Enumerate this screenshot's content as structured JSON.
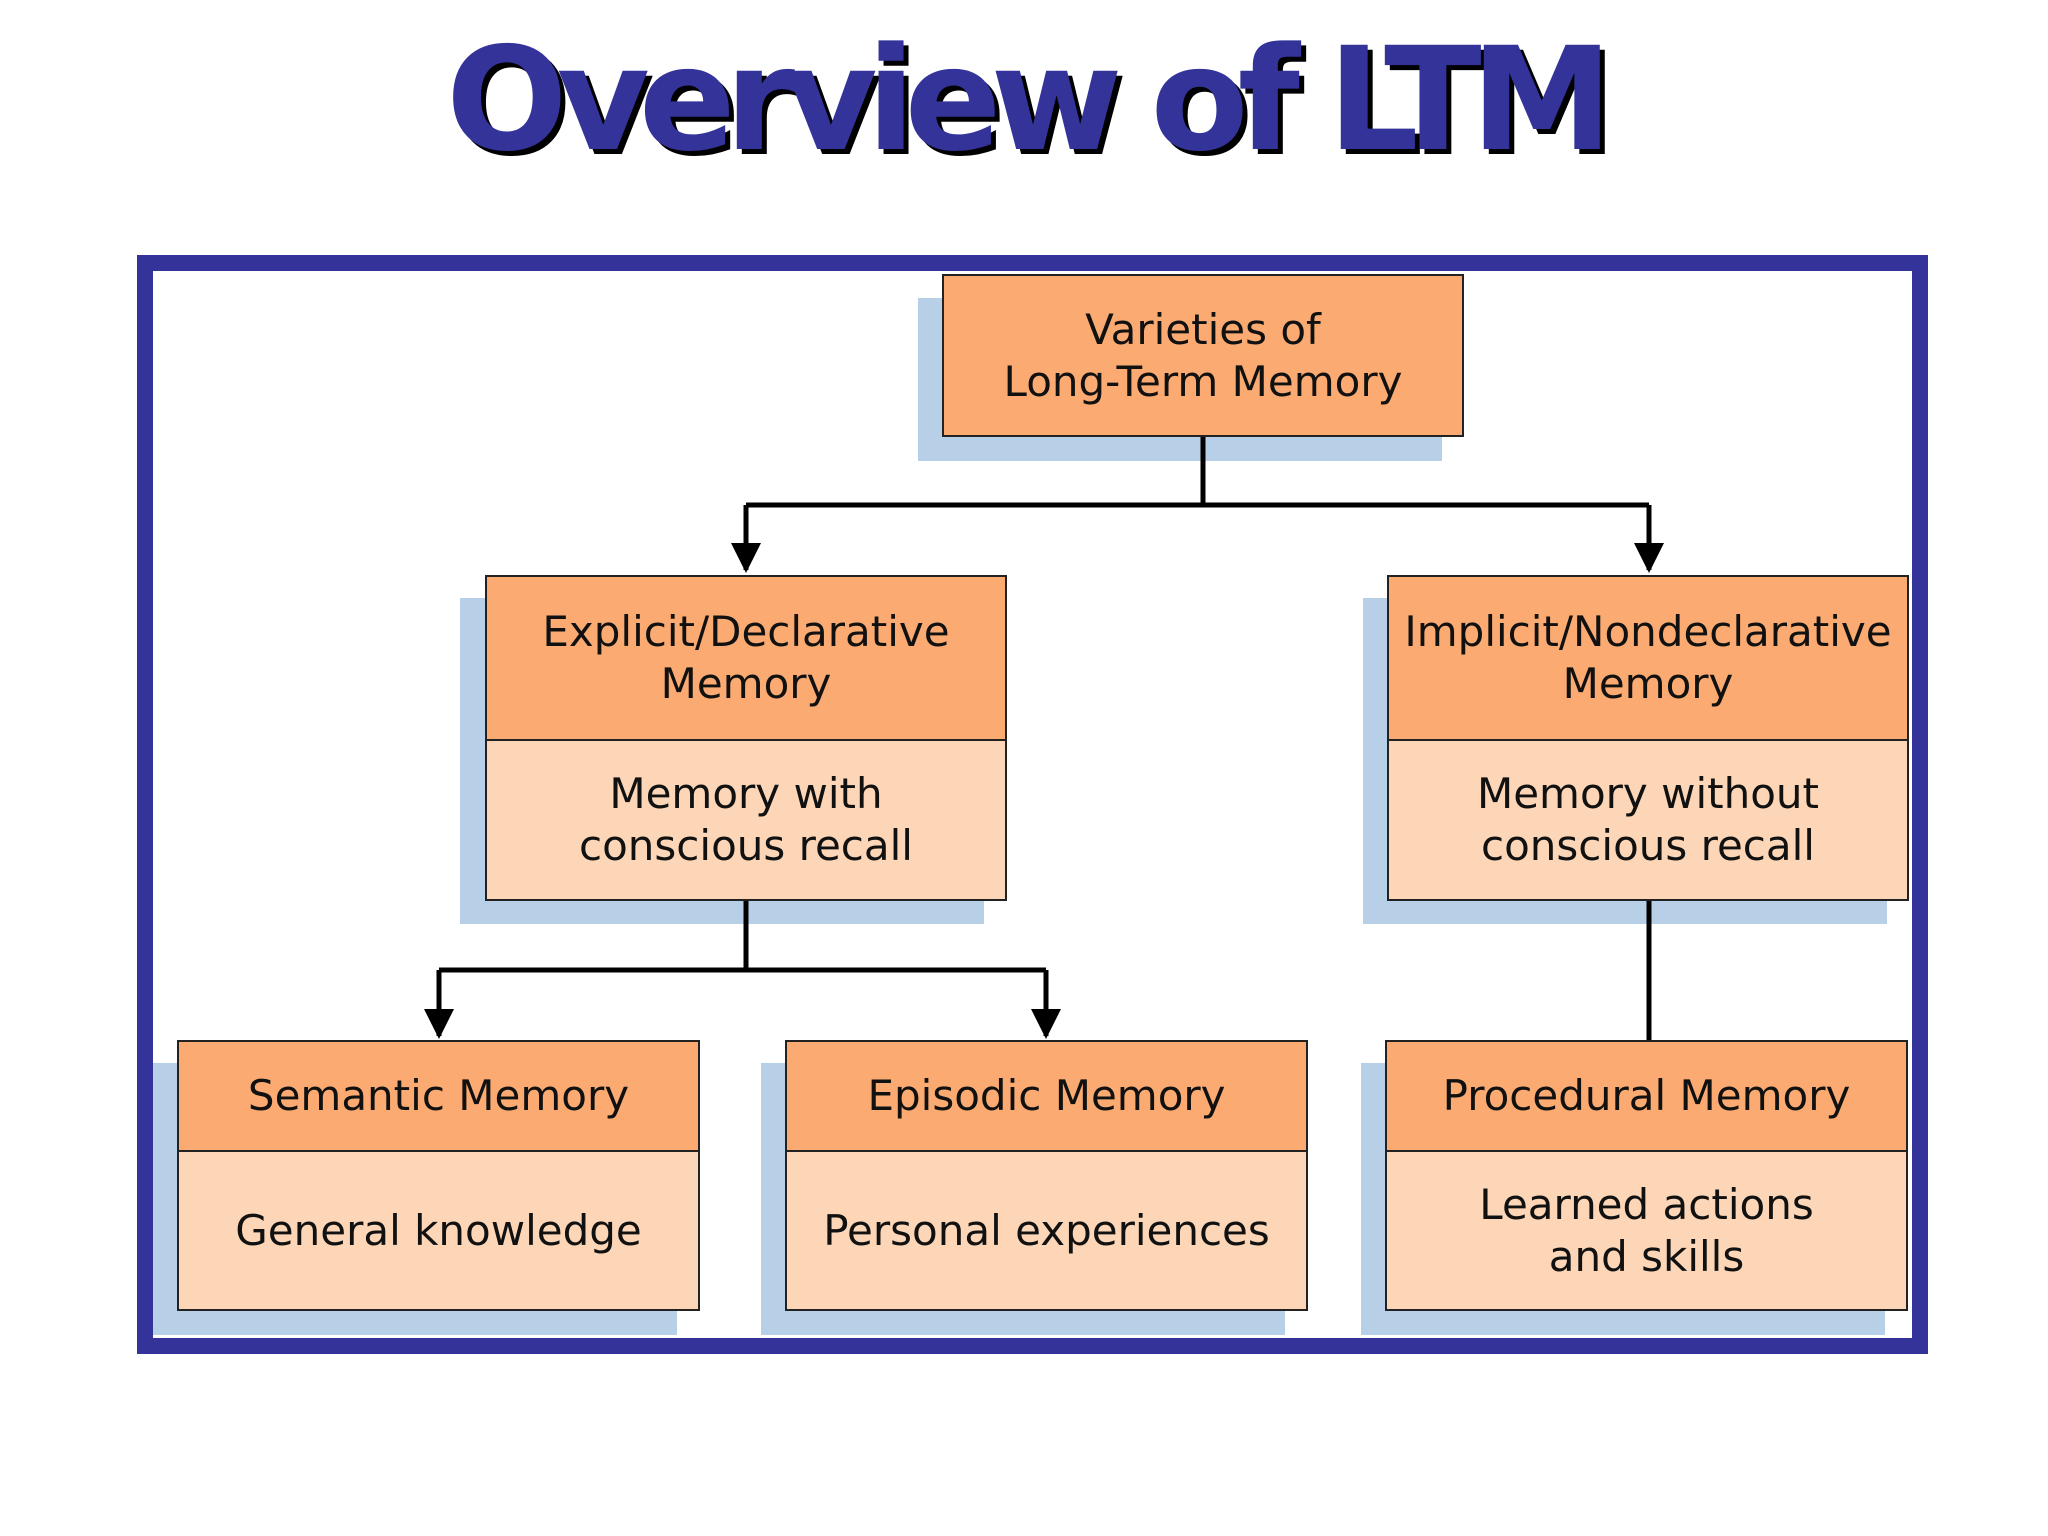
{
  "title": "Overview of LTM",
  "diagram": {
    "root": {
      "label_line1": "Varieties of",
      "label_line2": "Long-Term Memory"
    },
    "explicit": {
      "header_line1": "Explicit/Declarative",
      "header_line2": "Memory",
      "body_line1": "Memory with",
      "body_line2": "conscious recall"
    },
    "implicit": {
      "header_line1": "Implicit/Nondeclarative",
      "header_line2": "Memory",
      "body_line1": "Memory without",
      "body_line2": "conscious recall"
    },
    "semantic": {
      "header": "Semantic Memory",
      "body": "General knowledge"
    },
    "episodic": {
      "header": "Episodic Memory",
      "body": "Personal experiences"
    },
    "procedural": {
      "header": "Procedural Memory",
      "body_line1": "Learned actions",
      "body_line2": "and skills"
    }
  },
  "colors": {
    "title": "#333399",
    "frame": "#333399",
    "header_fill": "#fbab72",
    "body_fill": "#fcd6b7",
    "shadow": "#b7d0e8"
  }
}
